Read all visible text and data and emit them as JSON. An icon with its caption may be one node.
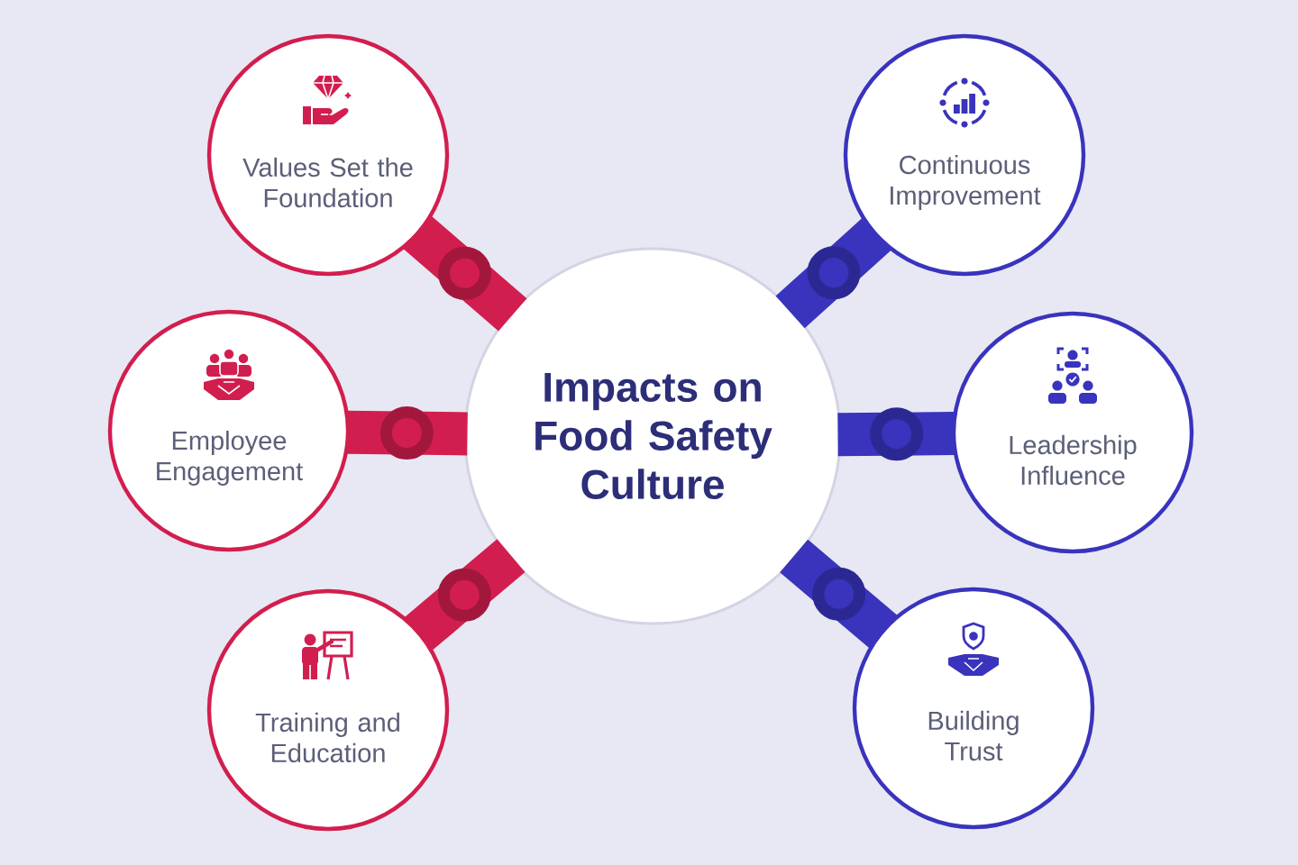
{
  "diagram": {
    "nodes": [
      {
        "text": [
          "Impacts on Food Safety Culture"
        ]
      },
      {
        "text": [
          "Values Set the Foundation"
        ]
      },
      {
        "text": [
          "Employee Engagement"
        ]
      },
      {
        "text": [
          "Training and Education"
        ]
      },
      {
        "text": [
          "Continuous Improvement"
        ]
      },
      {
        "text": [
          "Leadership Influence"
        ]
      },
      {
        "text": [
          "Building Trust"
        ]
      }
    ],
    "edges": [
      {
        "from": 0,
        "to": 1,
        "arrow": "other",
        "color": "#d21e4e"
      },
      {
        "from": 0,
        "to": 2,
        "arrow": "other",
        "color": "#d21e4e"
      },
      {
        "from": 0,
        "to": 3,
        "arrow": "other",
        "color": "#d21e4e"
      },
      {
        "from": 0,
        "to": 4,
        "arrow": "other",
        "color": "#3933bd"
      },
      {
        "from": 0,
        "to": 5,
        "arrow": "other",
        "color": "#3933bd"
      },
      {
        "from": 0,
        "to": 6,
        "arrow": "other",
        "color": "#3933bd"
      }
    ]
  }
}
